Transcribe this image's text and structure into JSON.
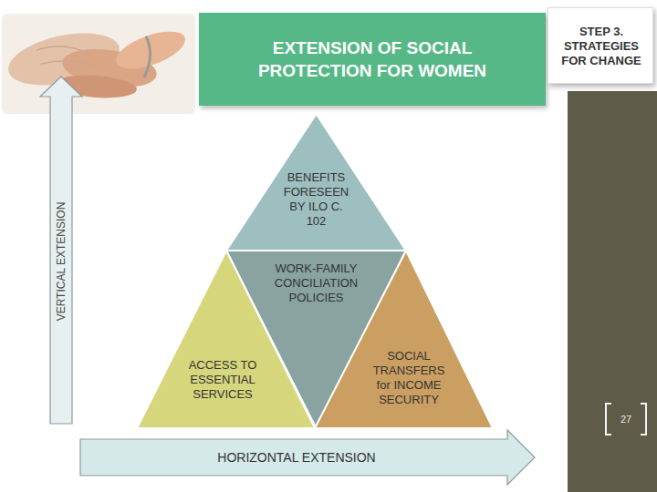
{
  "diagram": {
    "title": "EXTENSION OF SOCIAL PROTECTION FOR WOMEN",
    "nodes": [
      {
        "text": [
          "STEP 3. STRATEGIES FOR CHANGE"
        ]
      },
      {
        "text": [
          "BENEFITS FORESEEN BY ILO C. 102"
        ]
      },
      {
        "text": [
          "VERTICAL EXTENSION"
        ]
      },
      {
        "text": [
          "WORK-FAMILY CONCILIATION POLICIES"
        ]
      },
      {
        "text": [
          "ACCESS TO ESSENTIAL SERVICES"
        ]
      },
      {
        "text": [
          "SOCIAL TRANSFERS for INCOME SECURITY"
        ]
      },
      {
        "text": [
          "HORIZONTAL EXTENSION"
        ]
      }
    ],
    "labels": [
      "27"
    ]
  }
}
